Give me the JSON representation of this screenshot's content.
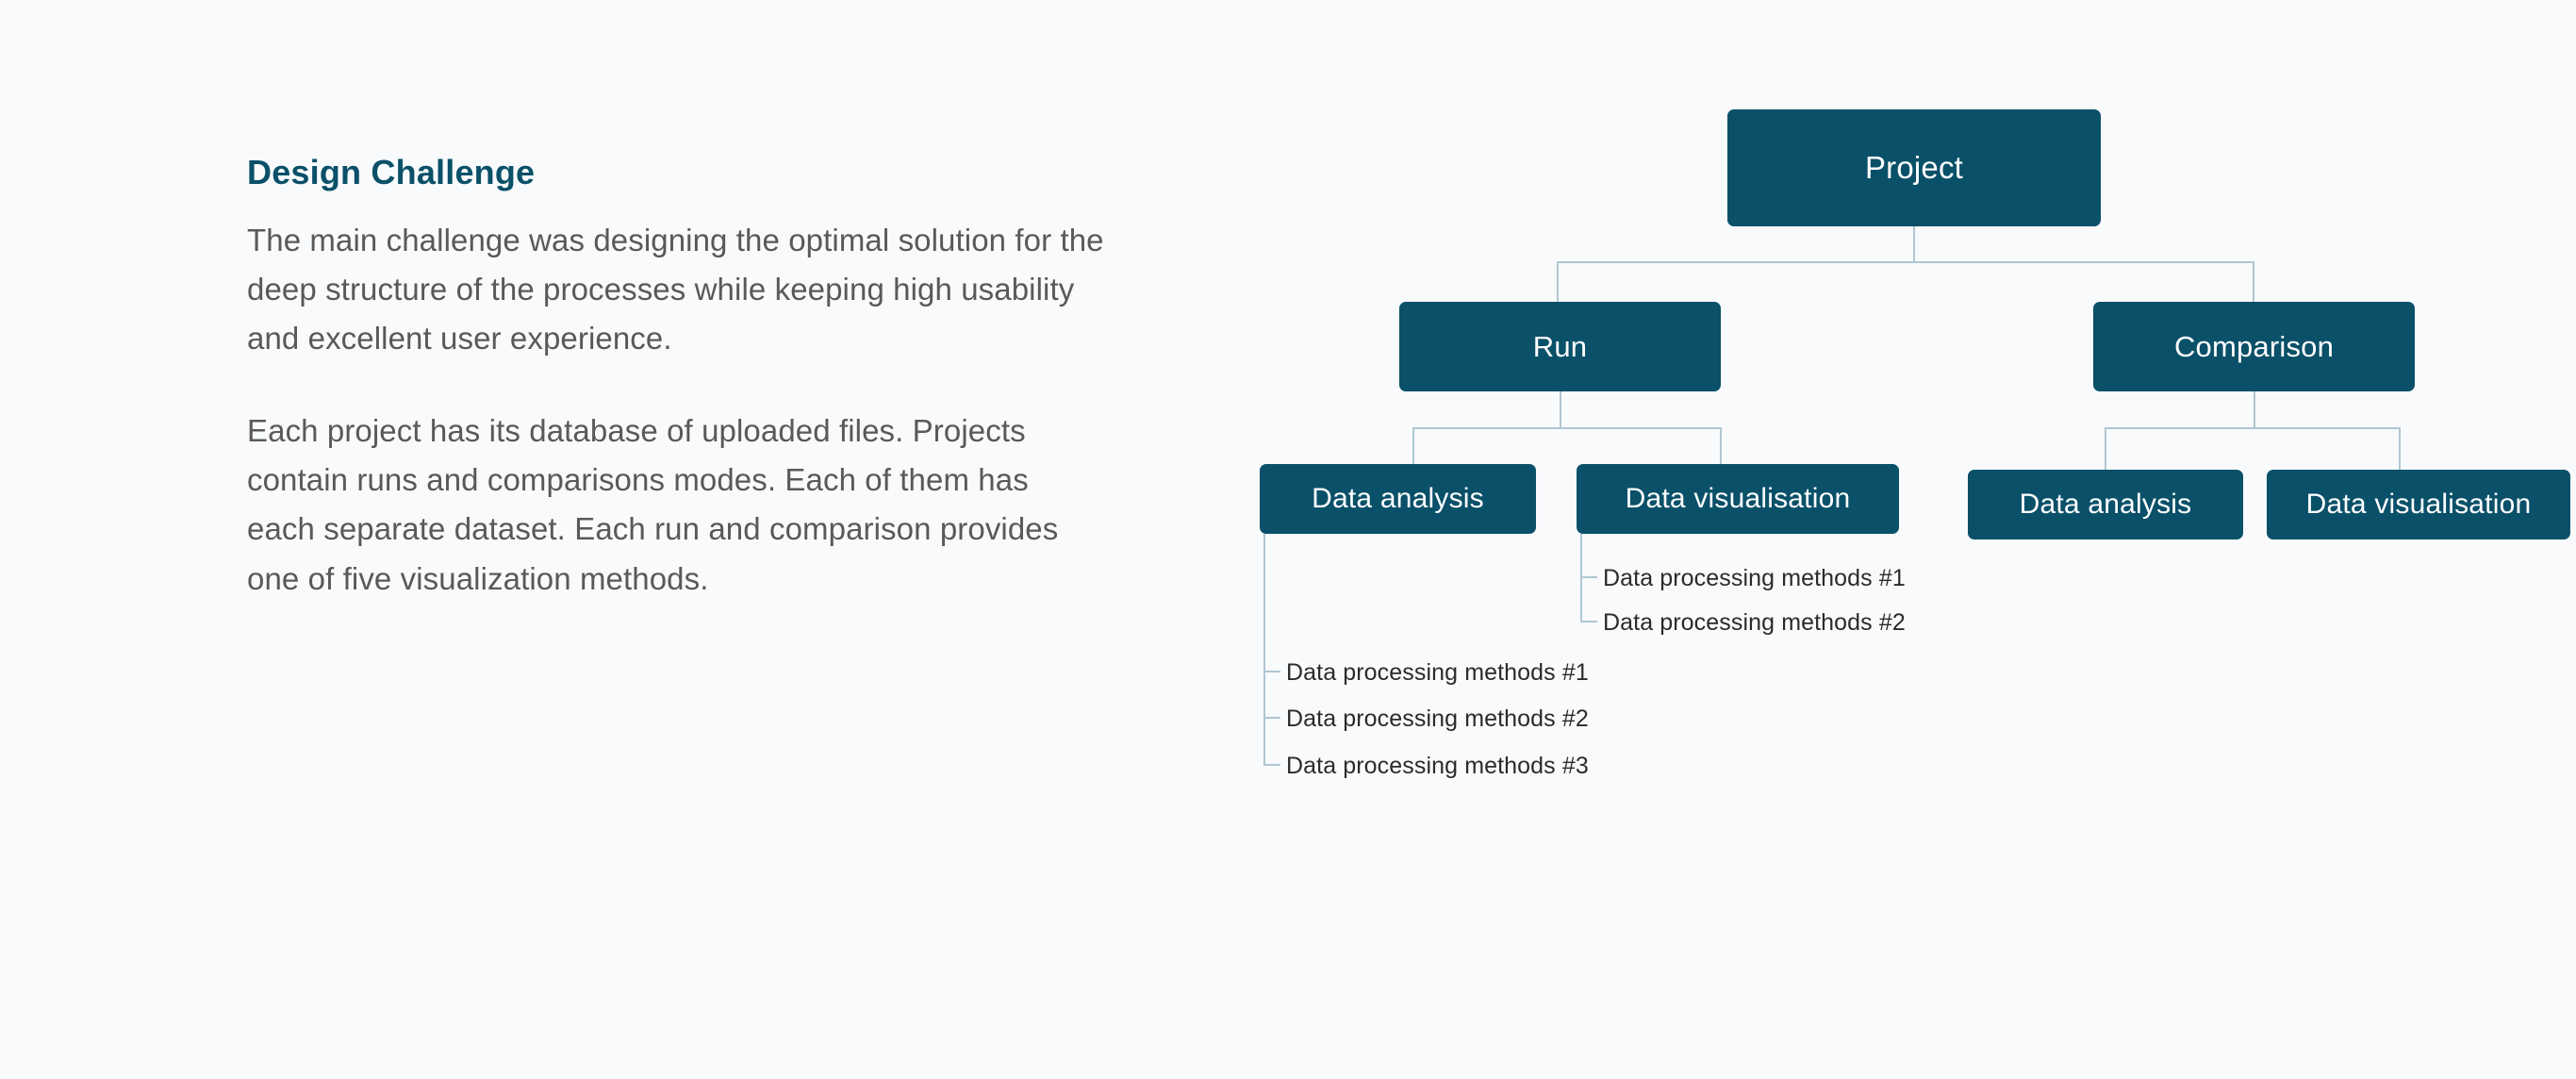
{
  "colors": {
    "background": "#f8fafc",
    "node_fill": "#0a5069",
    "node_text": "#ffffff",
    "heading": "#0a5069",
    "body_text": "#595959",
    "connector": "#afc7d2",
    "leaf_text": "#2b2b2b"
  },
  "text_panel": {
    "heading": "Design Challenge",
    "paragraphs": [
      "The main challenge was designing the optimal solution for the deep structure of the processes while keeping high usability and excellent user experience.",
      "Each project has its database of uploaded files. Projects contain runs and comparisons modes. Each of them has each separate dataset. Each run and comparison provides one of five visualization methods."
    ]
  },
  "diagram": {
    "type": "tree",
    "root": {
      "label": "Project"
    },
    "level2": [
      {
        "label": "Run"
      },
      {
        "label": "Comparison"
      }
    ],
    "level3": [
      {
        "label": "Data analysis",
        "parent": "Run"
      },
      {
        "label": "Data visualisation",
        "parent": "Run"
      },
      {
        "label": "Data analysis",
        "parent": "Comparison"
      },
      {
        "label": "Data visualisation",
        "parent": "Comparison"
      }
    ],
    "leaves": {
      "run_data_analysis": [
        "Data processing methods #1",
        "Data processing methods #2",
        "Data processing methods #3"
      ],
      "run_data_visualisation": [
        "Data processing methods #1",
        "Data processing methods #2"
      ],
      "comparison_data_analysis": [],
      "comparison_data_visualisation": []
    }
  }
}
